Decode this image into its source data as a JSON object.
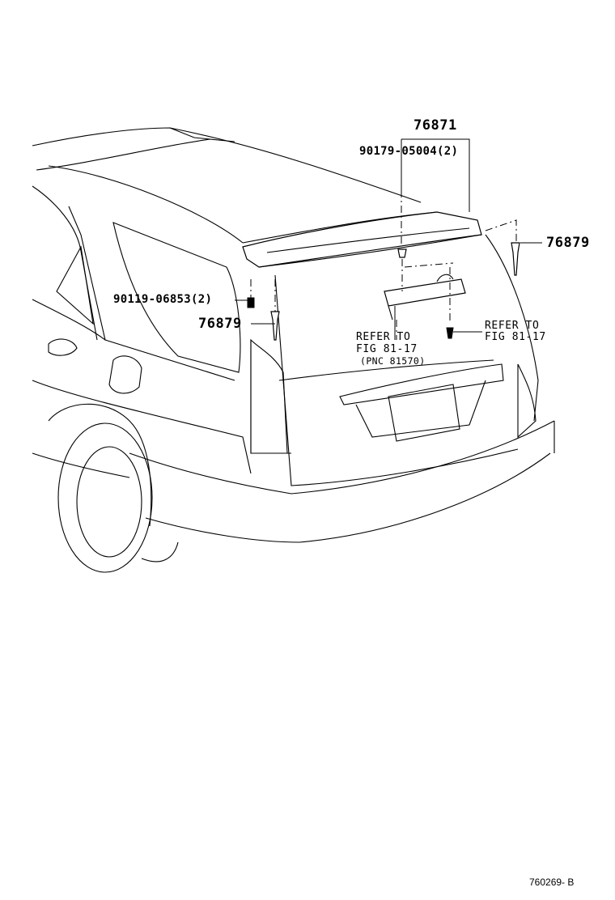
{
  "diagram": {
    "part_numbers": {
      "spoiler": "76871",
      "screw_top": "90179-05004(2)",
      "clip_right": "76879",
      "screw_left": "90119-06853(2)",
      "clip_left": "76879"
    },
    "references": {
      "left_line1": "REFER TO",
      "left_line2": "FIG 81-17",
      "left_line3": "(PNC 81570)",
      "right_line1": "REFER TO",
      "right_line2": "FIG 81-17"
    },
    "figure_id": "760269- B"
  }
}
